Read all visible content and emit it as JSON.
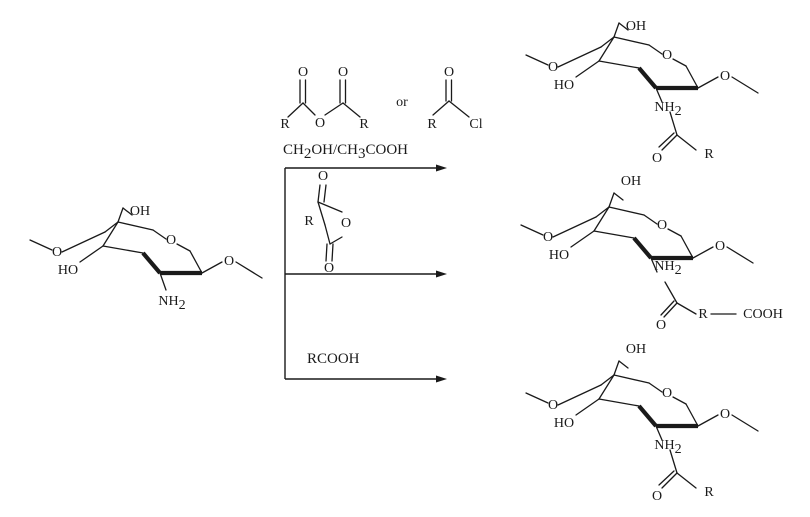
{
  "atoms": {
    "O": "O",
    "OH": "OH",
    "HO": "HO",
    "NH2_main": "NH",
    "NH2_sub": "2",
    "R": "R",
    "Cl": "Cl",
    "COOH": "COOH"
  },
  "reagents": {
    "or_label": "or",
    "solvent_parts": [
      "CH",
      "2",
      "OH/CH",
      "3",
      "COOH"
    ],
    "acid_label": "RCOOH"
  }
}
